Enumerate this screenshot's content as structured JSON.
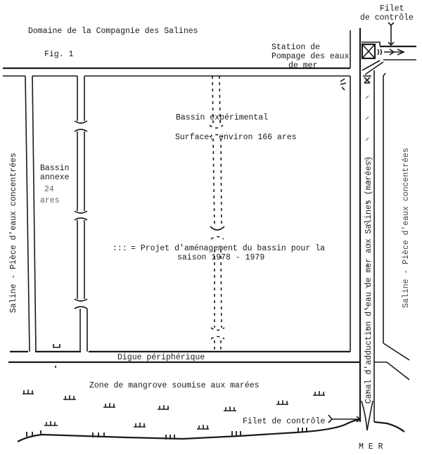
{
  "title": "Domaine de la Compagnie des Salines",
  "figure_label": "Fig. 1",
  "station": {
    "line1": "Station de",
    "line2": "Pompage des eaux",
    "line3": "de mer"
  },
  "filet_top": {
    "line1": "Filet",
    "line2": "de contrôle"
  },
  "bassin_experimental": {
    "name": "Bassin  expérimental",
    "surface": "Surface: environ 166 ares"
  },
  "bassin_annexe": {
    "line1": "Bassin",
    "line2": "annexe",
    "line3": "24",
    "line4": "ares"
  },
  "projet_legend": {
    "symbol": ":::",
    "line1": "= Projet d'aménagement du bassin pour la",
    "line2": "saison 1978 - 1979"
  },
  "saline_left": "Saline - Pièce d'eaux concentrées",
  "saline_right": "Saline - Pièce d'eaux concentrées",
  "canal": "Canal d'adduction d'eau de mer aux Salines (marées)",
  "digue": "Digue  périphérique",
  "mangrove": "Zone de mangrove soumise aux marées",
  "filet_bottom": "Filet de contrôle",
  "mer": "M E R"
}
